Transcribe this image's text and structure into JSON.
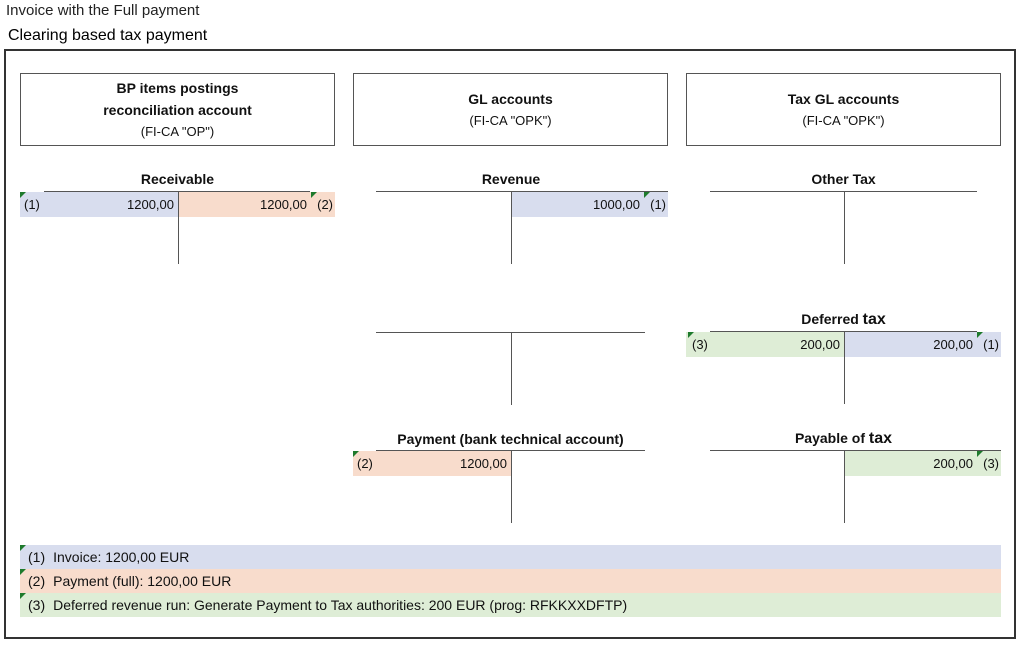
{
  "page": {
    "line1": "Invoice with the Full payment",
    "line2": "Clearing based tax payment"
  },
  "headers": {
    "bp": {
      "line1": "BP items postings",
      "line2": "reconciliation account",
      "line3": "(FI-CA \"OP\")"
    },
    "gl": {
      "line1": "GL accounts",
      "line2": "(FI-CA \"OPK\")"
    },
    "tax": {
      "line1": "Tax GL accounts",
      "line2": "(FI-CA \"OPK\")"
    }
  },
  "accounts": {
    "receivable": {
      "title": "Receivable",
      "debit_ref": "(1)",
      "debit": "1200,00",
      "credit": "1200,00",
      "credit_ref": "(2)"
    },
    "revenue": {
      "title": "Revenue",
      "credit": "1000,00",
      "credit_ref": "(1)"
    },
    "other_tax": {
      "title": "Other Tax"
    },
    "deferred_tax": {
      "title_a": "Deferred ",
      "title_b": "tax",
      "debit_ref": "(3)",
      "debit": "200,00",
      "credit": "200,00",
      "credit_ref": "(1)"
    },
    "payment": {
      "title": "Payment (bank technical account)",
      "debit_ref": "(2)",
      "debit": "1200,00"
    },
    "payable_tax": {
      "title_a": "Payable of ",
      "title_b": "tax",
      "credit": "200,00",
      "credit_ref": "(3)"
    }
  },
  "legend": [
    {
      "ref": "(1)",
      "text": "Invoice: 1200,00 EUR",
      "color": "#d8ddee"
    },
    {
      "ref": "(2)",
      "text": "Payment (full): 1200,00 EUR",
      "color": "#f8dccc"
    },
    {
      "ref": "(3)",
      "text": "Deferred revenue run: Generate Payment to Tax authorities: 200 EUR (prog: RFKKXXDFTP)",
      "color": "#deedd6"
    }
  ],
  "colors": {
    "invoice": "#d8ddee",
    "payment": "#f8dccc",
    "deferred": "#deedd6",
    "flag": "#1e7a2c"
  }
}
